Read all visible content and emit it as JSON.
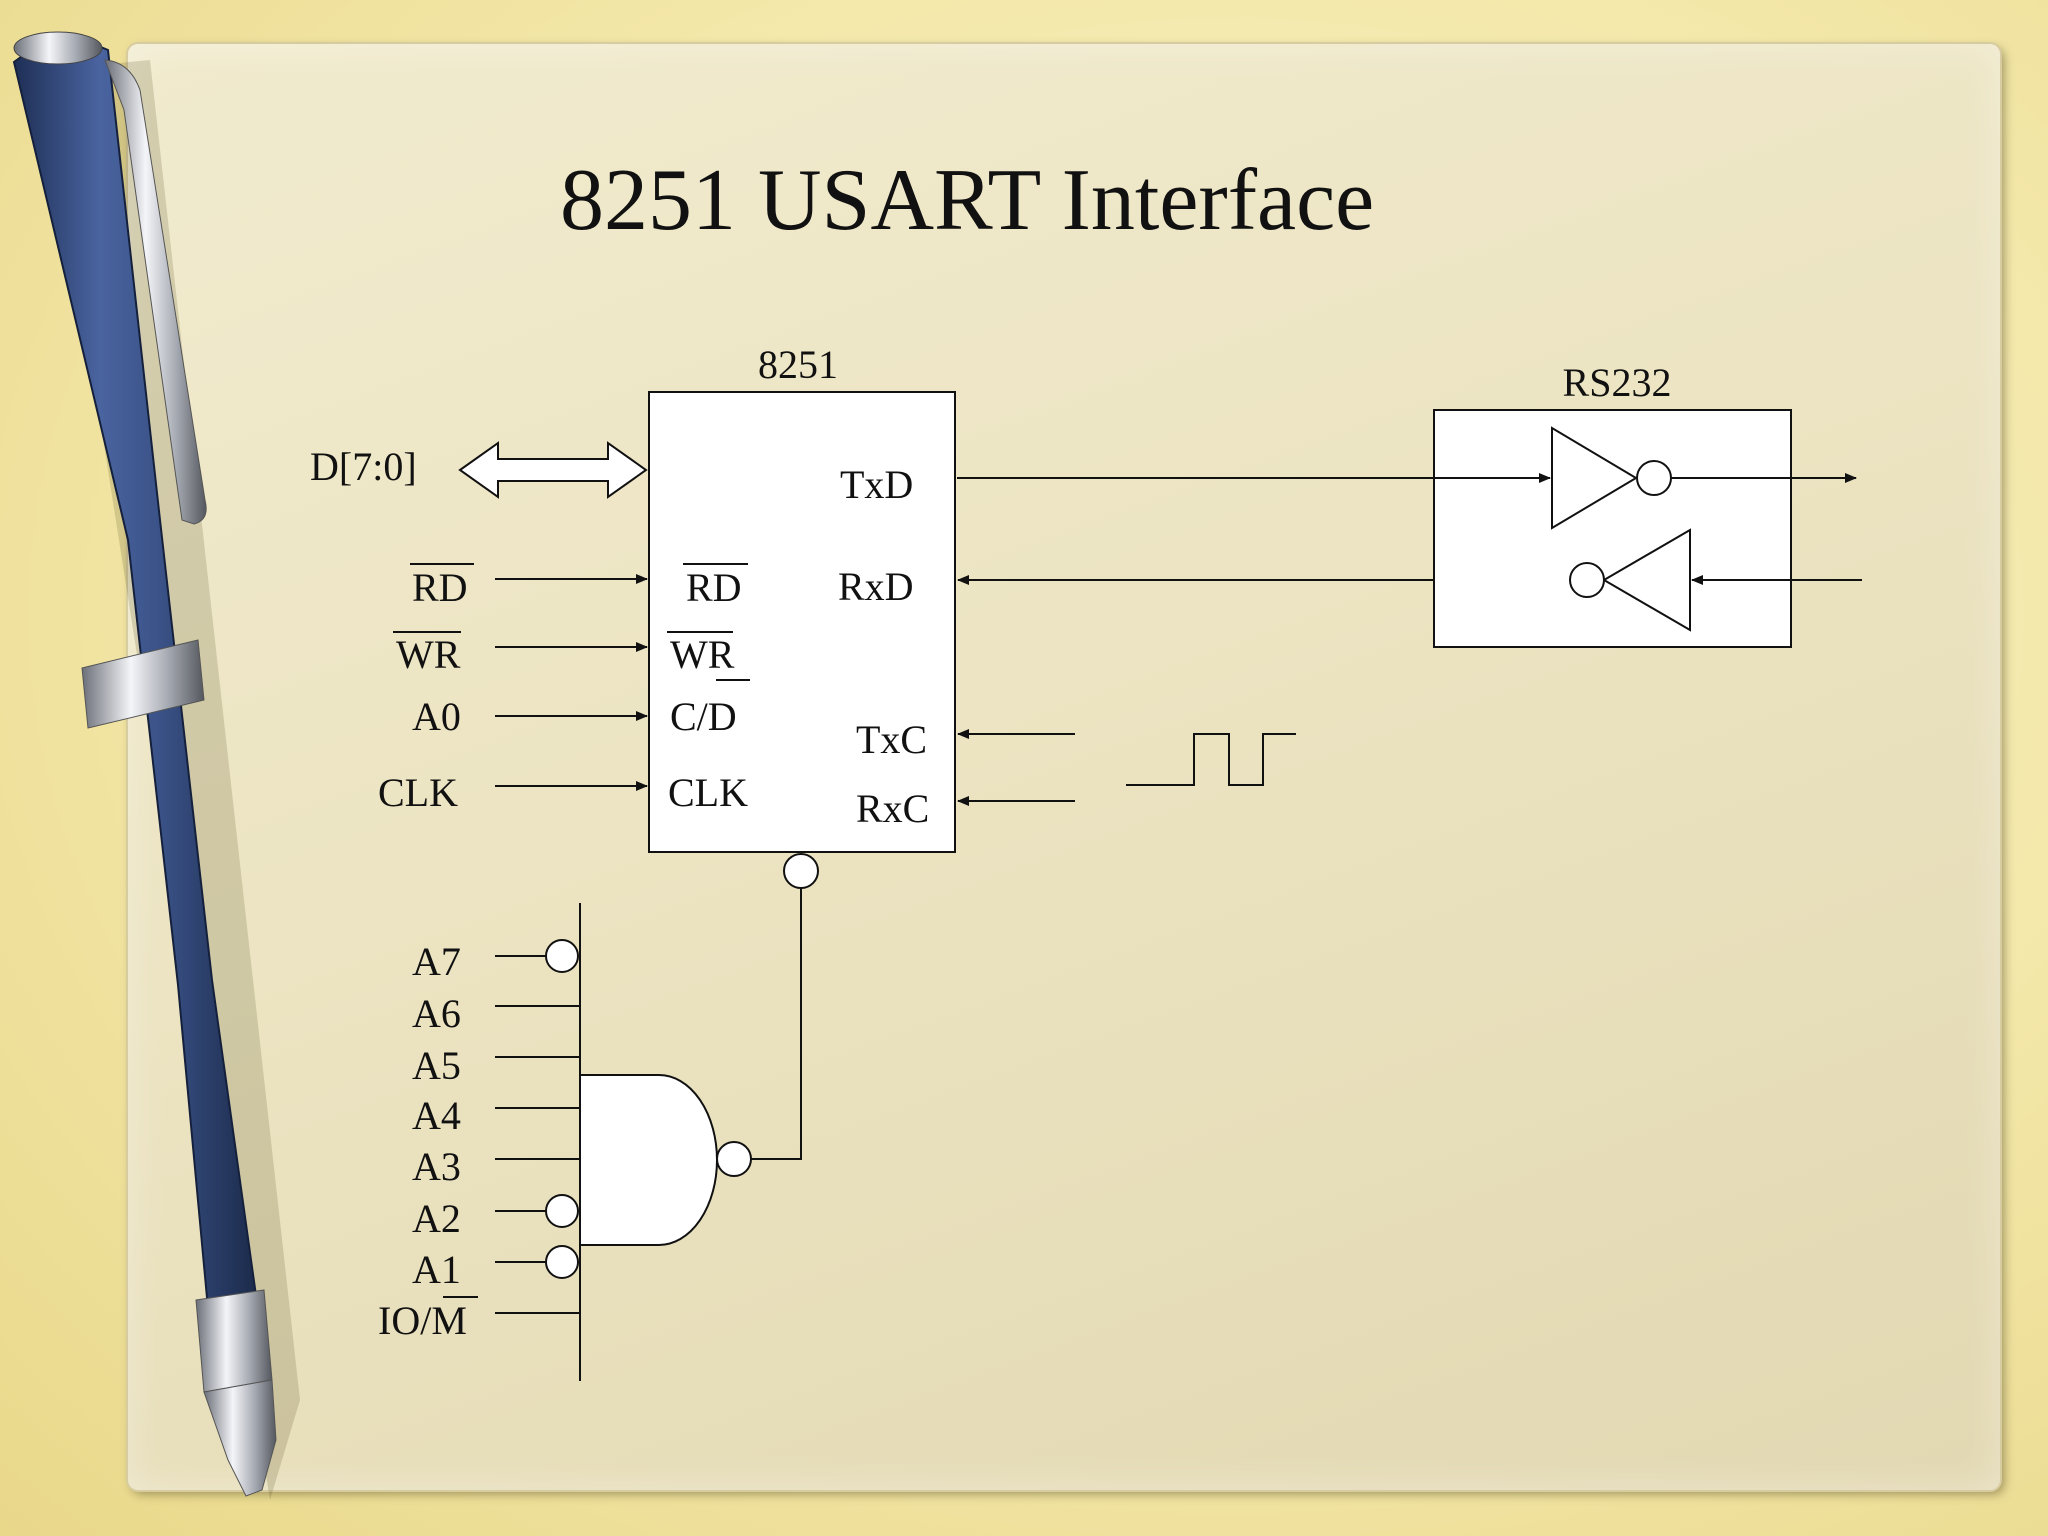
{
  "title": "8251 USART Interface",
  "chip": {
    "name": "8251",
    "pins_left": [
      "RD",
      "WR",
      "C/D",
      "CLK"
    ],
    "pins_right": [
      "TxD",
      "RxD",
      "TxC",
      "RxC"
    ]
  },
  "bus_label": "D[7:0]",
  "inputs": [
    "RD",
    "WR",
    "A0",
    "CLK"
  ],
  "rs232_label": "RS232",
  "address_lines": [
    "A7",
    "A6",
    "A5",
    "A4",
    "A3",
    "A2",
    "A1",
    "IO/M"
  ],
  "colors": {
    "background": "#f3e7a8",
    "panel": "#ece4c2",
    "pen_body": "#3b5485",
    "ink": "#111111"
  }
}
